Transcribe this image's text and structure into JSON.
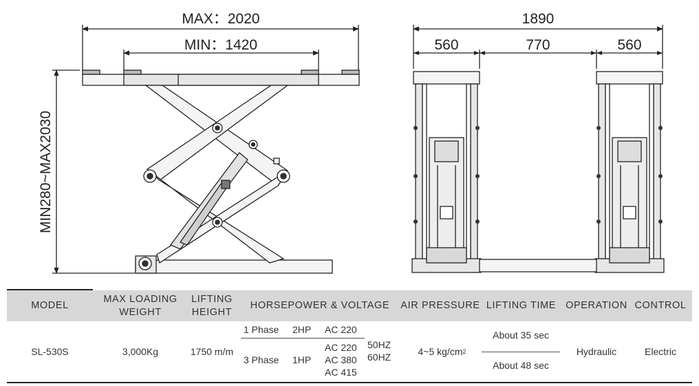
{
  "dimensions": {
    "top_max": "MAX：2020",
    "top_min": "MIN：1420",
    "height": "MIN280~MAX2030",
    "end_total": "1890",
    "end_left": "560",
    "end_middle": "770",
    "end_right": "560"
  },
  "table": {
    "headers": {
      "model": "MODEL",
      "max_loading_weight": "MAX LOADING WEIGHT",
      "lifting_height": "LIFTING HEIGHT",
      "horsepower_voltage": "HORSEPOWER & VOLTAGE",
      "air_pressure": "AIR PRESSURE",
      "lifting_time": "LIFTING TIME",
      "operation": "OPERATION",
      "control": "CONTROL"
    },
    "row": {
      "model": "SL-530S",
      "max_loading_weight": "3,000Kg",
      "lifting_height": "1750 m/m",
      "phase1": "1 Phase",
      "hp1": "2HP",
      "voltage1": "AC 220",
      "phase3": "3 Phase",
      "hp3": "1HP",
      "voltage3": [
        "AC 220",
        "AC 380",
        "AC 415"
      ],
      "frequency": [
        "50HZ",
        "60HZ"
      ],
      "air_pressure": "4~5 kg/cm",
      "air_pressure_exp": "2",
      "lifting_time_1": "About 35 sec",
      "lifting_time_2": "About 48 sec",
      "operation": "Hydraulic",
      "control": "Electric"
    }
  }
}
